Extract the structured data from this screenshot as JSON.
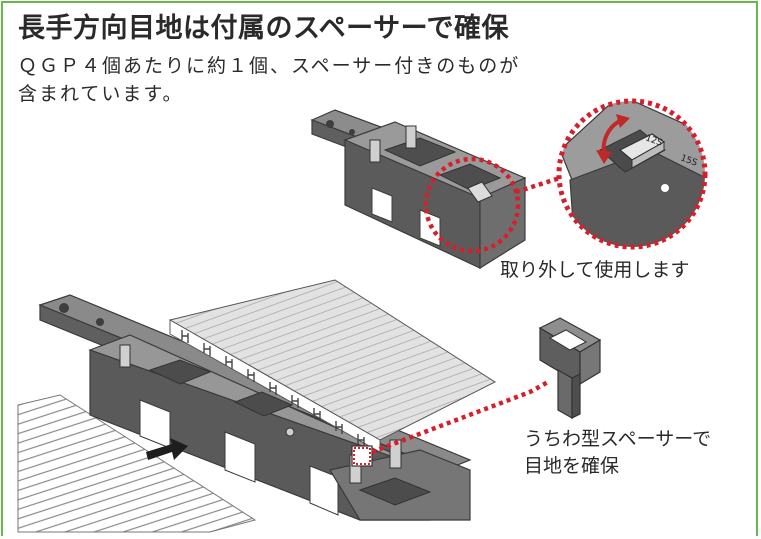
{
  "title": "長手方向目地は付属のスペーサーで確保",
  "description": {
    "line1": "ＱＧＰ４個あたりに約１個、スペーサー付きのものが",
    "line2": "含まれています。"
  },
  "callouts": {
    "remove_label": "取り外して使用します",
    "spacer_label_line1": "うちわ型スペーサーで",
    "spacer_label_line2": "目地を確保"
  },
  "spacer_marks": {
    "label_a": "12S",
    "label_b": "15S"
  },
  "colors": {
    "border": "#6ab64e",
    "callout_dots": "#d81e2b",
    "pedestal_dark": "#5b5b5b",
    "pedestal_light": "#9a9a9a",
    "board": "#d9d9d9"
  },
  "icons": {
    "arrow": "arrow-right-icon",
    "rotate": "rotate-arrow-icon"
  }
}
